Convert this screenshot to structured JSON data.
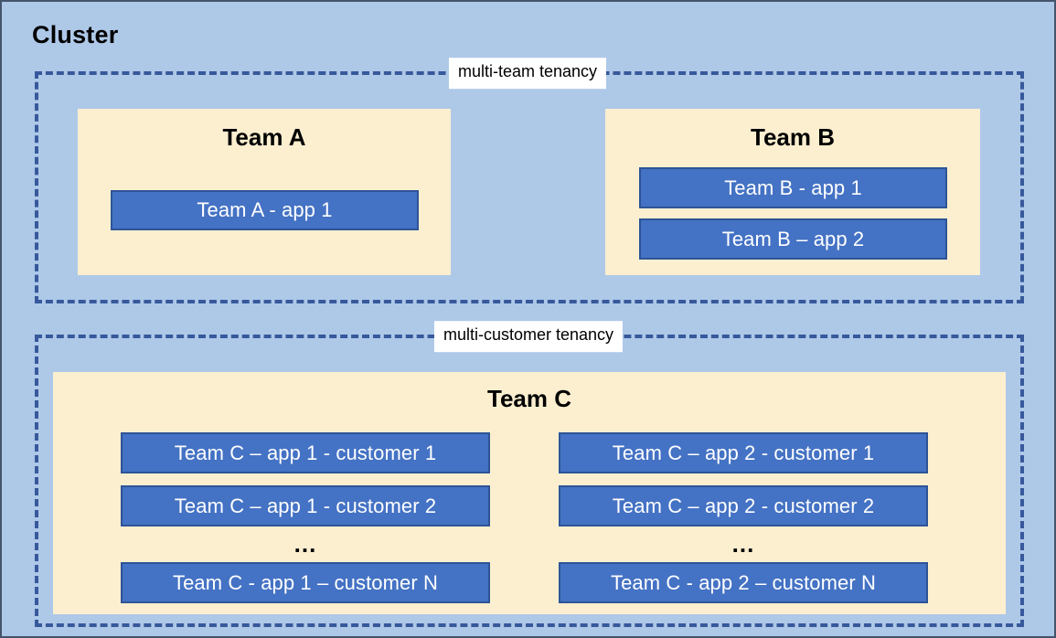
{
  "diagram": {
    "title": "Cluster",
    "background_color": "#AEC8E8",
    "panel_color": "#FCEFD0",
    "app_color": "#4472C4",
    "app_border_color": "#2E5496",
    "dashed_border_color": "#37599B"
  },
  "tenancies": [
    {
      "label": "multi-team tenancy",
      "teams": [
        {
          "name": "Team A",
          "apps": [
            {
              "label": "Team A - app 1"
            }
          ]
        },
        {
          "name": "Team B",
          "apps": [
            {
              "label": "Team B - app 1"
            },
            {
              "label": "Team B – app 2"
            }
          ]
        }
      ]
    },
    {
      "label": "multi-customer tenancy",
      "teams": [
        {
          "name": "Team C",
          "columns": [
            {
              "app": "app 1",
              "ellipsis": "...",
              "items": [
                {
                  "label": "Team C – app 1 - customer 1"
                },
                {
                  "label": "Team C – app 1 - customer 2"
                },
                {
                  "label": "Team C - app 1 – customer N"
                }
              ]
            },
            {
              "app": "app 2",
              "ellipsis": "...",
              "items": [
                {
                  "label": "Team C – app 2 - customer 1"
                },
                {
                  "label": "Team C – app 2 - customer 2"
                },
                {
                  "label": "Team C - app 2 – customer N"
                }
              ]
            }
          ]
        }
      ]
    }
  ]
}
